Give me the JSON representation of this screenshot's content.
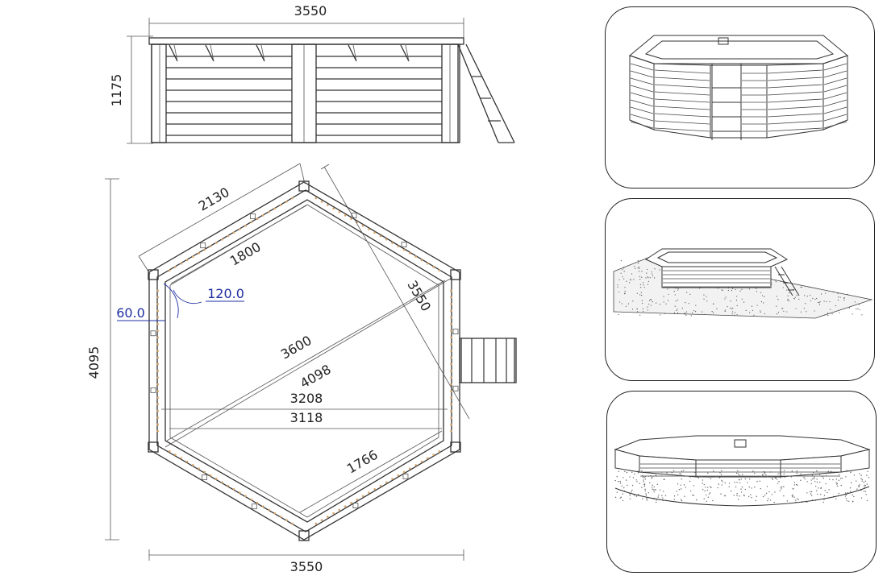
{
  "dimensions": {
    "side_width_top": "3550",
    "side_height": "1175",
    "plan_height": "4095",
    "plan_width_bottom": "3550",
    "outer_side": "2130",
    "inner_side": "1800",
    "across_flats_diagonal": "3550",
    "inner_diagonal": "3600",
    "outer_diagonal": "4098",
    "width_a": "3208",
    "width_b": "3118",
    "bottom_side": "1766"
  },
  "angles": {
    "outer": "60.0",
    "inner": "120.0"
  },
  "panels": [
    {
      "name": "pool-front-view",
      "view": "front"
    },
    {
      "name": "pool-on-slope-view",
      "view": "slope"
    },
    {
      "name": "pool-inground-view",
      "view": "inground"
    }
  ],
  "colors": {
    "line": "#333333",
    "angle_annotation": "#1f2fa0",
    "gravel_fill": "#d6a36a"
  }
}
